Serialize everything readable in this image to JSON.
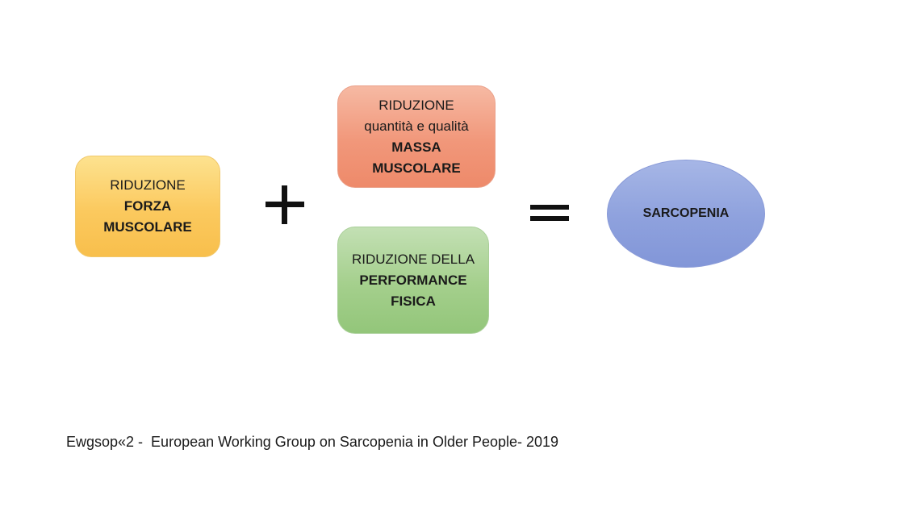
{
  "boxes": {
    "forza": {
      "line1": "RIDUZIONE",
      "line2": "FORZA",
      "line3": "MUSCOLARE"
    },
    "massa": {
      "line1": "RIDUZIONE",
      "line2": "quantità e qualità",
      "line3": "MASSA",
      "line4": "MUSCOLARE"
    },
    "performance": {
      "line1": "RIDUZIONE DELLA",
      "line2": "PERFORMANCE",
      "line3": "FISICA"
    },
    "result": {
      "label": "SARCOPENIA"
    }
  },
  "operators": {
    "plus": "+",
    "equals": "="
  },
  "caption": "Ewgsop«2 -  European Working Group on Sarcopenia in Older People- 2019",
  "colors": {
    "forza": "#fbc95e",
    "massa": "#f1977a",
    "performance": "#a4cf8c",
    "result": "#8ea1dd"
  }
}
